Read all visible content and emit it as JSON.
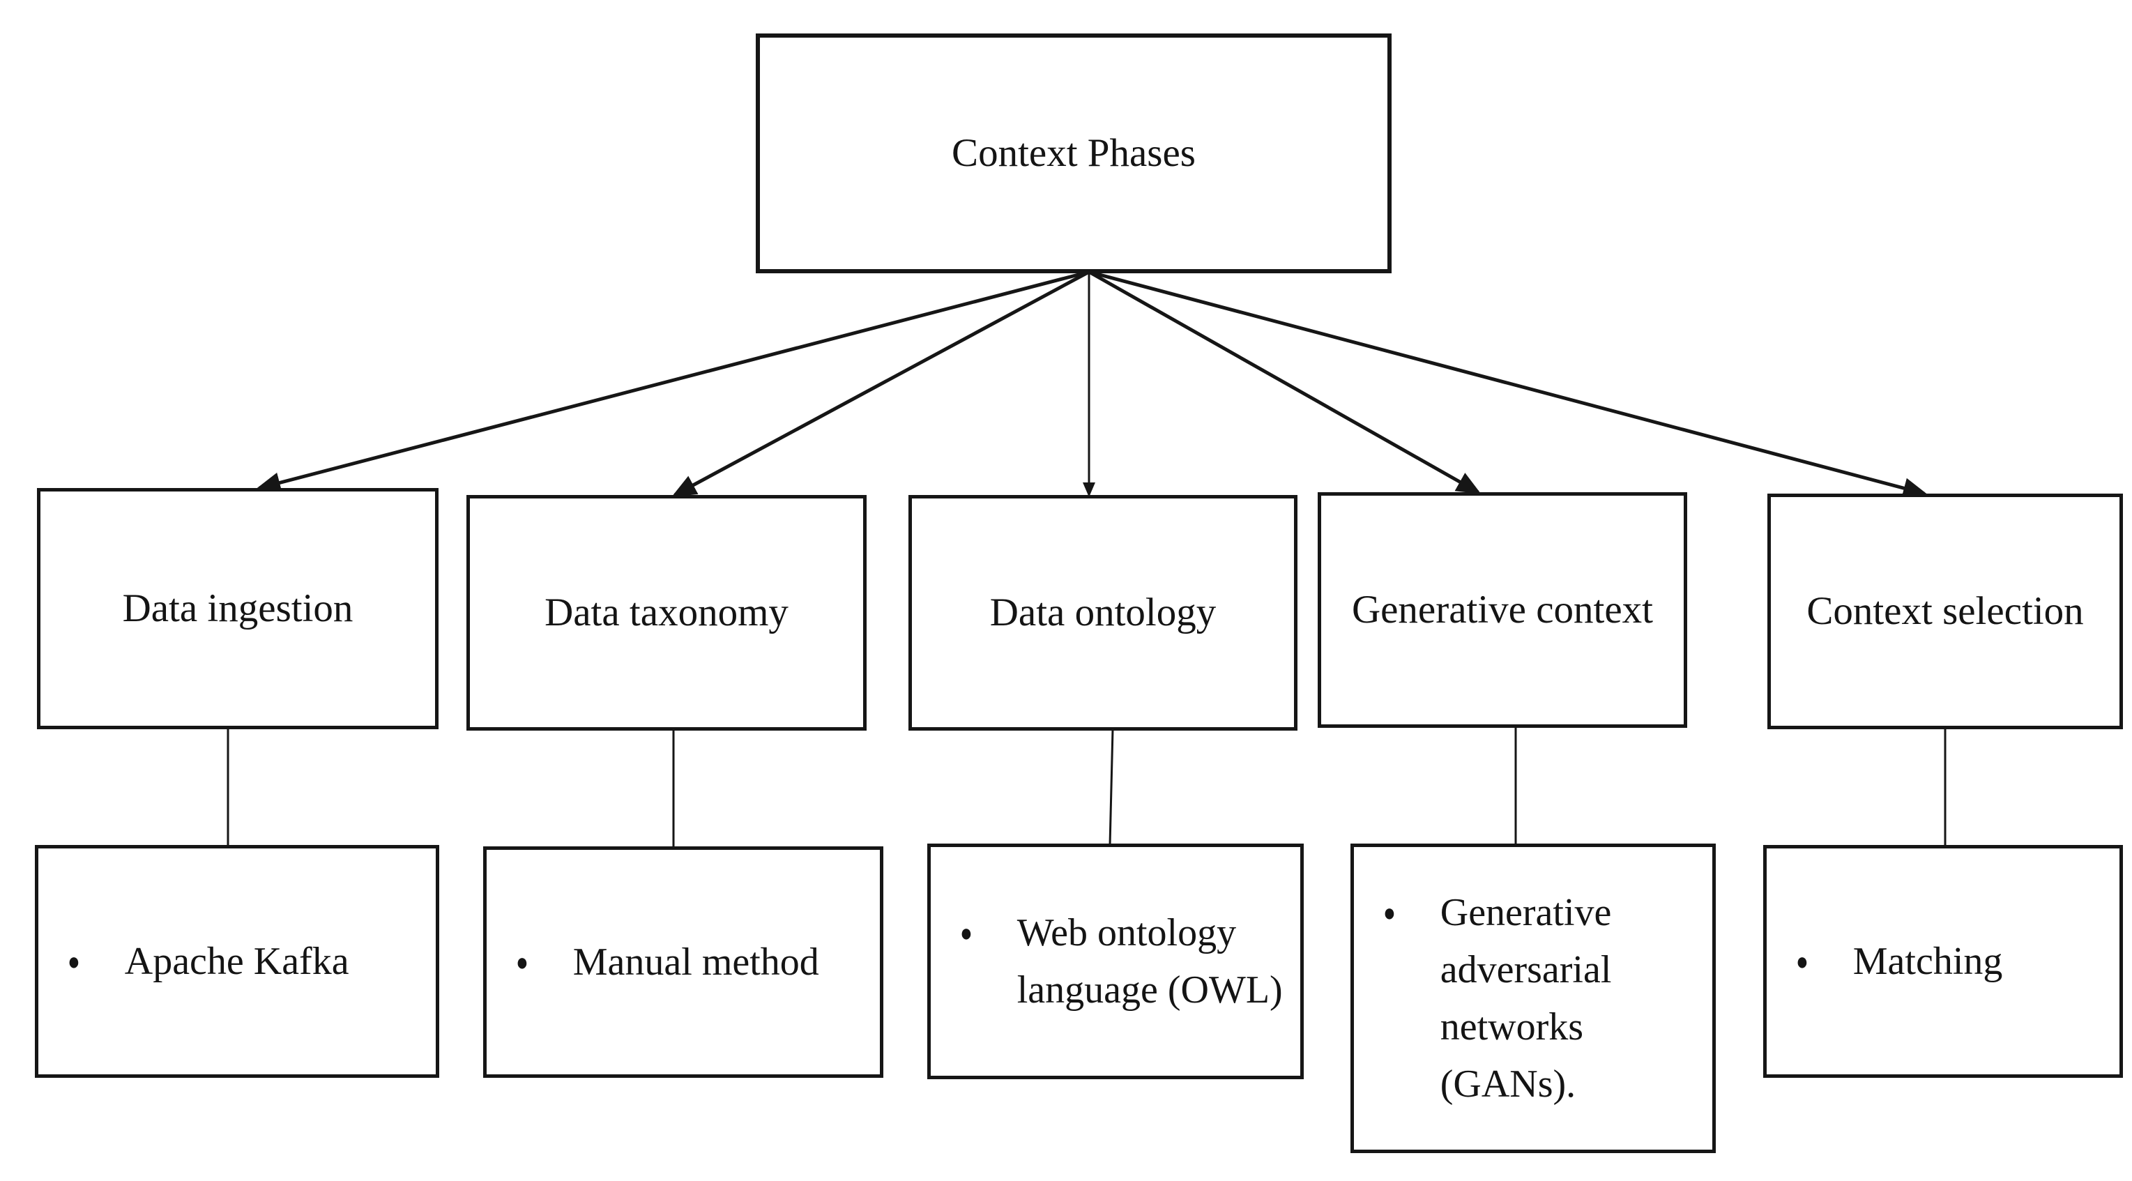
{
  "diagram": {
    "title": "Context Phases diagram",
    "bullet_glyph": "●",
    "root": {
      "label": "Context Phases"
    },
    "phases": [
      {
        "label": "Data ingestion",
        "items": [
          "Apache Kafka"
        ]
      },
      {
        "label": "Data taxonomy",
        "items": [
          "Manual method"
        ]
      },
      {
        "label": "Data ontology",
        "items": [
          "Web ontology language (OWL)"
        ]
      },
      {
        "label": "Generative context",
        "items": [
          "Generative adversarial networks (GANs)."
        ]
      },
      {
        "label": "Context selection",
        "items": [
          "Matching"
        ]
      }
    ],
    "colors": {
      "ink": "#161616",
      "background": "#ffffff"
    }
  }
}
